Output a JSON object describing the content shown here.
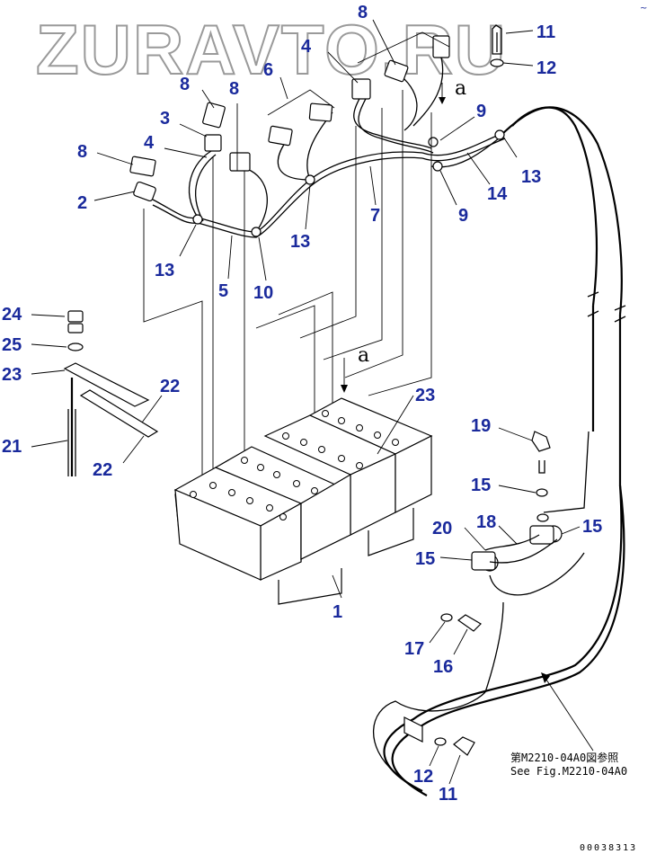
{
  "watermark": "ZURAVTO.RU",
  "view_marker": "a",
  "note_jp": "第M2210-04A0図参照",
  "note_en": "See Fig.M2210-04A0",
  "doc_number": "00038313",
  "callout_color": "#1a2a9c",
  "callouts": [
    {
      "id": "c11a",
      "text": "11"
    },
    {
      "id": "c12a",
      "text": "12"
    },
    {
      "id": "c8a",
      "text": "8"
    },
    {
      "id": "c4a",
      "text": "4"
    },
    {
      "id": "c8b",
      "text": "8"
    },
    {
      "id": "c8c",
      "text": "8"
    },
    {
      "id": "c6",
      "text": "6"
    },
    {
      "id": "c3",
      "text": "3"
    },
    {
      "id": "c4b",
      "text": "4"
    },
    {
      "id": "c8d",
      "text": "8"
    },
    {
      "id": "c2",
      "text": "2"
    },
    {
      "id": "c9a",
      "text": "9"
    },
    {
      "id": "c13a",
      "text": "13"
    },
    {
      "id": "c14",
      "text": "14"
    },
    {
      "id": "c9b",
      "text": "9"
    },
    {
      "id": "c7",
      "text": "7"
    },
    {
      "id": "c13b",
      "text": "13"
    },
    {
      "id": "c13c",
      "text": "13"
    },
    {
      "id": "c5",
      "text": "5"
    },
    {
      "id": "c10",
      "text": "10"
    },
    {
      "id": "c24",
      "text": "24"
    },
    {
      "id": "c25",
      "text": "25"
    },
    {
      "id": "c23a",
      "text": "23"
    },
    {
      "id": "c22a",
      "text": "22"
    },
    {
      "id": "c23b",
      "text": "23"
    },
    {
      "id": "c21",
      "text": "21"
    },
    {
      "id": "c22b",
      "text": "22"
    },
    {
      "id": "c19",
      "text": "19"
    },
    {
      "id": "c15a",
      "text": "15"
    },
    {
      "id": "c20",
      "text": "20"
    },
    {
      "id": "c18",
      "text": "18"
    },
    {
      "id": "c15b",
      "text": "15"
    },
    {
      "id": "c15c",
      "text": "15"
    },
    {
      "id": "c1",
      "text": "1"
    },
    {
      "id": "c17",
      "text": "17"
    },
    {
      "id": "c16",
      "text": "16"
    },
    {
      "id": "c12b",
      "text": "12"
    },
    {
      "id": "c11b",
      "text": "11"
    }
  ]
}
